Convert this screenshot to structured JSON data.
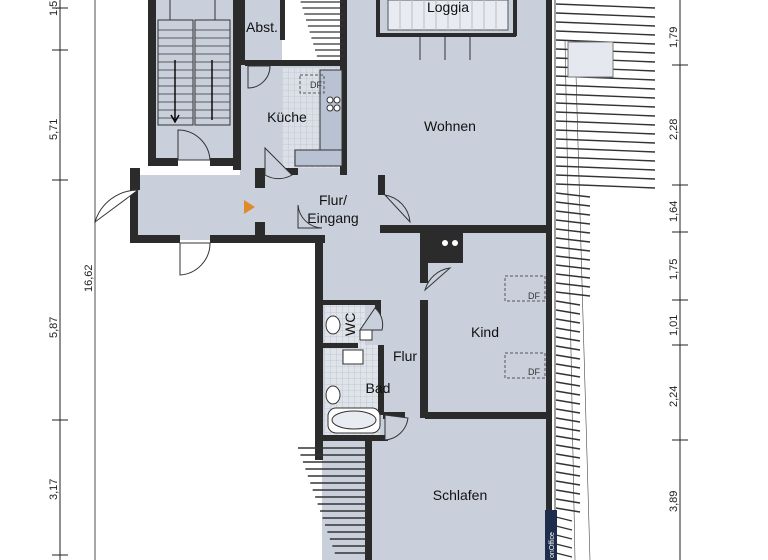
{
  "rooms": {
    "loggia": "Loggia",
    "abstell": "Abst.",
    "kueche": "Küche",
    "wohnen": "Wohnen",
    "flur_eingang_1": "Flur/",
    "flur_eingang_2": "Eingang",
    "kind": "Kind",
    "flur": "Flur",
    "wc": "WC",
    "bad": "Bad",
    "schlafen": "Schlafen"
  },
  "labels": {
    "df": "DF",
    "brand": "onOffice"
  },
  "dimensions": {
    "left": [
      "1,5",
      "5,71",
      "16,62",
      "5,87",
      "3,17"
    ],
    "right": [
      "1,79",
      "2,28",
      "1,64",
      "1,75",
      "1,01",
      "2,24",
      "3,89"
    ]
  },
  "colors": {
    "floor": "#c9d0dc",
    "wall": "#2b2b2b",
    "stair_line": "#333333",
    "entry_arrow": "#e08a2a",
    "brand_bg": "#1f2d4d"
  }
}
